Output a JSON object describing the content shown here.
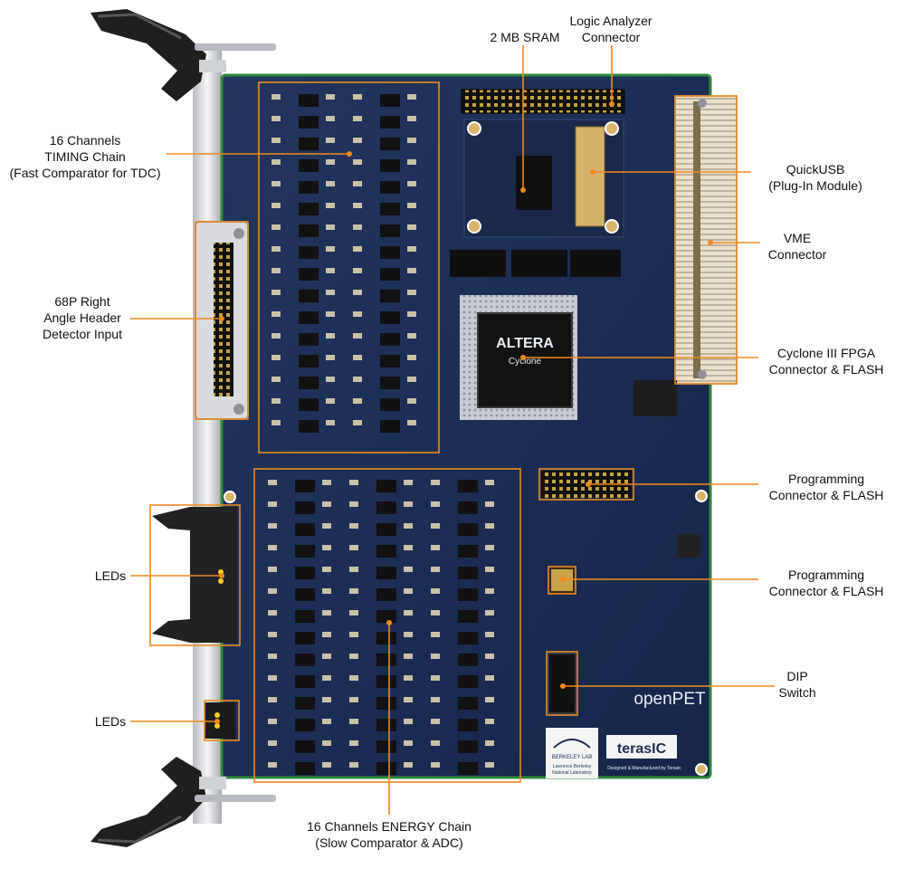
{
  "board": {
    "silkscreen": "openPET",
    "logos": {
      "berkeley": {
        "line1": "BERKELEY LAB",
        "line2": "Lawrence Berkeley",
        "line3": "National Laboratory"
      },
      "terasic": {
        "name": "terasIC",
        "tagline": "Designed & Manufactured by Terasic"
      }
    },
    "chip_marking": "ALTERA",
    "chip_sub": "Cyclone",
    "colors": {
      "pcb": "#1d2f55",
      "pcb_dark": "#142241",
      "pcb_edge": "#2e8a3c",
      "callout": "#f0891e",
      "connector": "#ece5d3",
      "handle": "#1e1e1e"
    }
  },
  "callouts": {
    "timing_chain": {
      "line1": "16 Channels",
      "line2": "TIMING Chain",
      "line3": "(Fast Comparator for TDC)"
    },
    "sram": {
      "line1": "2 MB SRAM"
    },
    "logic_analyzer": {
      "line1": "Logic Analyzer",
      "line2": "Connector"
    },
    "quickusb": {
      "line1": "QuickUSB",
      "line2": "(Plug-In Module)"
    },
    "vme": {
      "line1": "VME",
      "line2": "Connector"
    },
    "header": {
      "line1": "68P Right",
      "line2": "Angle Header",
      "line3": "Detector Input"
    },
    "fpga": {
      "line1": "Cyclone III FPGA",
      "line2": "Connector & FLASH"
    },
    "programming_1": {
      "line1": "Programming",
      "line2": "Connector & FLASH"
    },
    "programming_2": {
      "line1": "Programming",
      "line2": "Connector & FLASH"
    },
    "leds_1": {
      "line1": "LEDs"
    },
    "leds_2": {
      "line1": "LEDs"
    },
    "dip": {
      "line1": "DIP",
      "line2": "Switch"
    },
    "energy_chain": {
      "line1": "16 Channels ENERGY Chain",
      "line2": "(Slow Comparator & ADC)"
    }
  }
}
